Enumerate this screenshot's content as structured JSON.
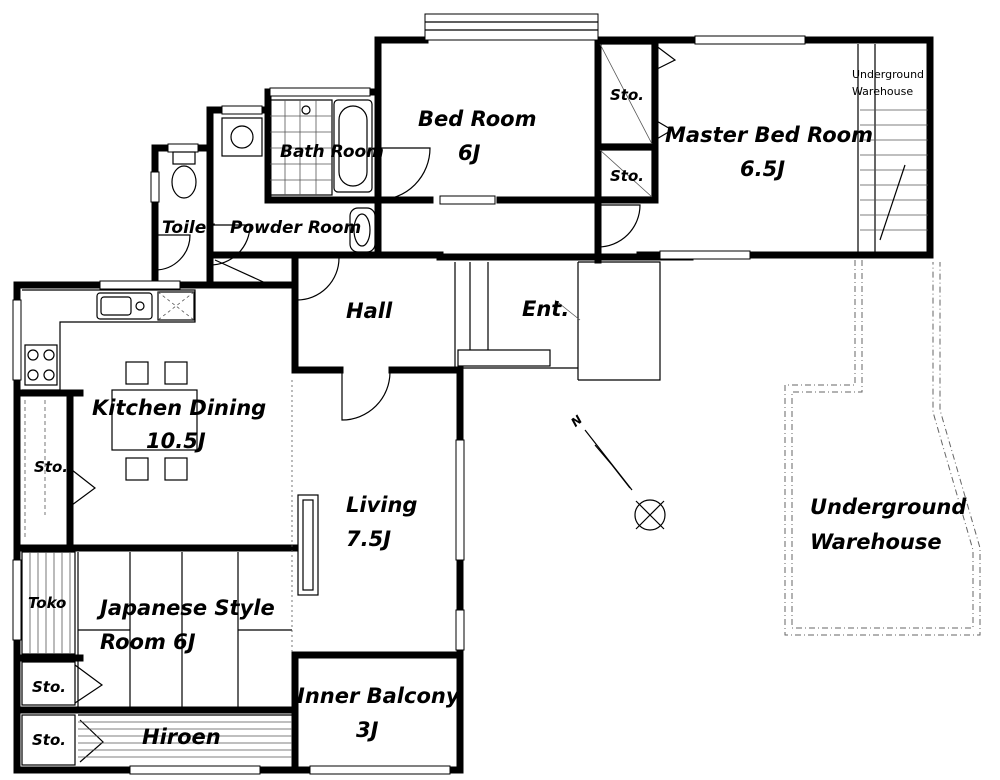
{
  "rooms": {
    "bed_room": {
      "name": "Bed Room",
      "size": "6J"
    },
    "master_bed_room": {
      "name": "Master Bed Room",
      "size": "6.5J"
    },
    "bath_room": {
      "name": "Bath Room"
    },
    "toilet": {
      "name": "Toilet"
    },
    "powder_room": {
      "name": "Powder Room"
    },
    "hall": {
      "name": "Hall"
    },
    "entrance": {
      "name": "Ent."
    },
    "kitchen_dining": {
      "name": "Kitchen Dining",
      "size": "10.5J"
    },
    "living": {
      "name": "Living",
      "size": "7.5J"
    },
    "japanese_room": {
      "line1": "Japanese Style",
      "line2": "Room 6J"
    },
    "toko": {
      "name": "Toko"
    },
    "inner_balcony": {
      "name": "Inner Balcony",
      "size": "3J"
    },
    "hiroen": {
      "name": "Hiroen"
    },
    "underground_warehouse_small": {
      "line1": "Underground",
      "line2": "Warehouse"
    },
    "underground_warehouse_large": {
      "line1": "Underground",
      "line2": "Warehouse"
    },
    "storage_label": "Sto."
  },
  "compass": {
    "north_label": "N"
  }
}
